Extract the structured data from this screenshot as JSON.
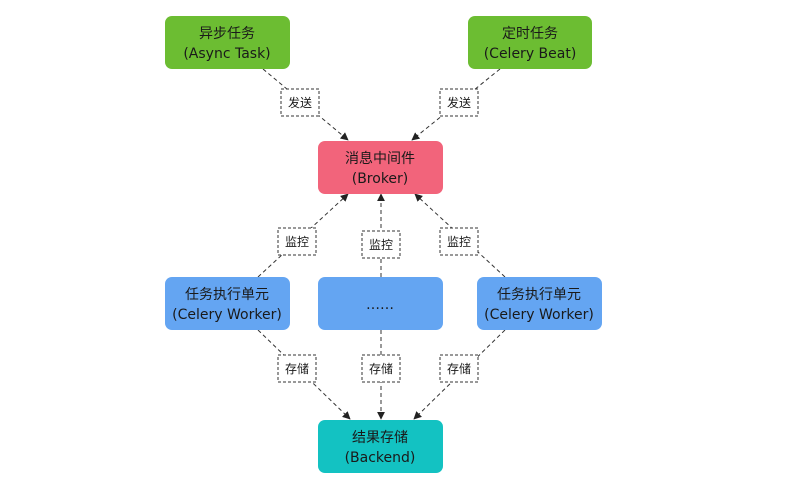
{
  "nodes": {
    "async_task": {
      "line1": "异步任务",
      "line2": "(Async Task)",
      "color": "#6cbd32"
    },
    "celery_beat": {
      "line1": "定时任务",
      "line2": "(Celery Beat)",
      "color": "#6cbd32"
    },
    "broker": {
      "line1": "消息中间件",
      "line2": "(Broker)",
      "color": "#f2647b"
    },
    "worker_left": {
      "line1": "任务执行单元",
      "line2": "(Celery Worker)",
      "color": "#64a5f2"
    },
    "worker_middle": {
      "line1": "……",
      "color": "#64a5f2"
    },
    "worker_right": {
      "line1": "任务执行单元",
      "line2": "(Celery Worker)",
      "color": "#64a5f2"
    },
    "backend": {
      "line1": "结果存储",
      "line2": "(Backend)",
      "color": "#13c2c2"
    }
  },
  "edges": {
    "send_async": "发送",
    "send_beat": "发送",
    "monitor_left": "监控",
    "monitor_middle": "监控",
    "monitor_right": "监控",
    "store_left": "存储",
    "store_middle": "存储",
    "store_right": "存储"
  }
}
